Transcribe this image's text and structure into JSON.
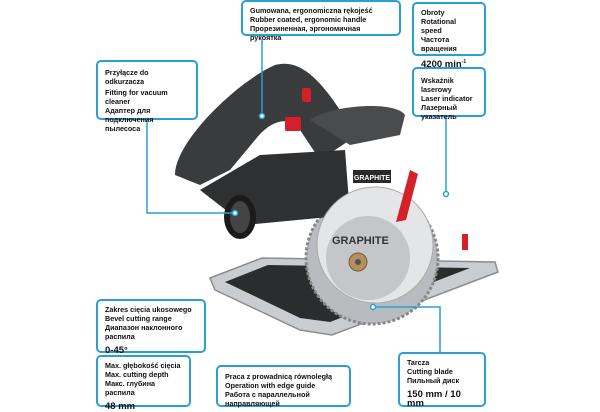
{
  "brand": "GRAPHITE",
  "accent": "#2a9fd6",
  "callouts": {
    "handle": {
      "pl": "Gumowana, ergonomiczna rękojeść",
      "en": "Rubber coated, ergonomic handle",
      "ru": "Прорезиненная, эргономичная рукоятка"
    },
    "speed": {
      "pl": "Obroty",
      "en": "Rotational speed",
      "ru": "Частота вращения",
      "value": "4200 min",
      "unit_sup": "-1"
    },
    "vacuum": {
      "pl": "Przyłącze do odkurzacza",
      "en": "Fitting for vacuum cleaner",
      "ru": "Адаптер для подключения пылесоса"
    },
    "laser": {
      "pl": "Wskaźnik laserowy",
      "en": "Laser indicator",
      "ru": "Лазерный указатель"
    },
    "bevel": {
      "pl": "Zakres cięcia ukosowego",
      "en": "Bevel cutting range",
      "ru": "Диапазон наклонного распила",
      "value": "0-45°"
    },
    "depth": {
      "pl": "Max. głębokość cięcia",
      "en": "Max. cutting depth",
      "ru": "Макс. глубина распила",
      "value": "48 mm"
    },
    "guide": {
      "pl": "Praca z prowadnicą równoległą",
      "en": "Operation with edge guide",
      "ru": "Работа с параллельной направляющей"
    },
    "blade": {
      "pl": "Tarcza",
      "en": "Cutting blade",
      "ru": "Пильный диск",
      "value": "150 mm / 10 mm"
    }
  }
}
